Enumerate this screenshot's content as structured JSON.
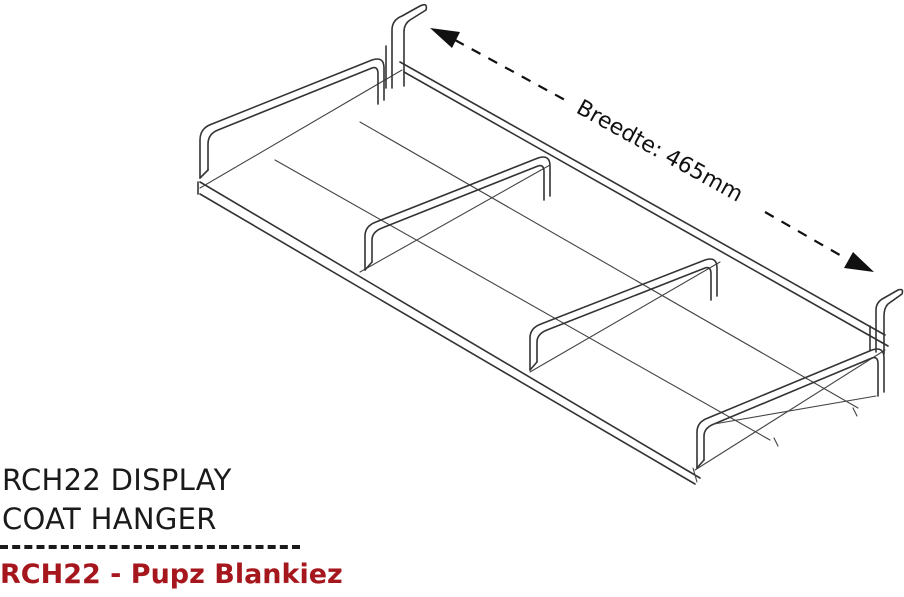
{
  "dimension": {
    "label": "Breedte: 465mm"
  },
  "title": {
    "line1": "RCH22 DISPLAY",
    "line2": "COAT HANGER"
  },
  "product": {
    "name": "RCH22 - Pupz Blankiez",
    "color": "#a6161d"
  },
  "colors": {
    "wire": "#333333",
    "text": "#1a1a1a"
  }
}
